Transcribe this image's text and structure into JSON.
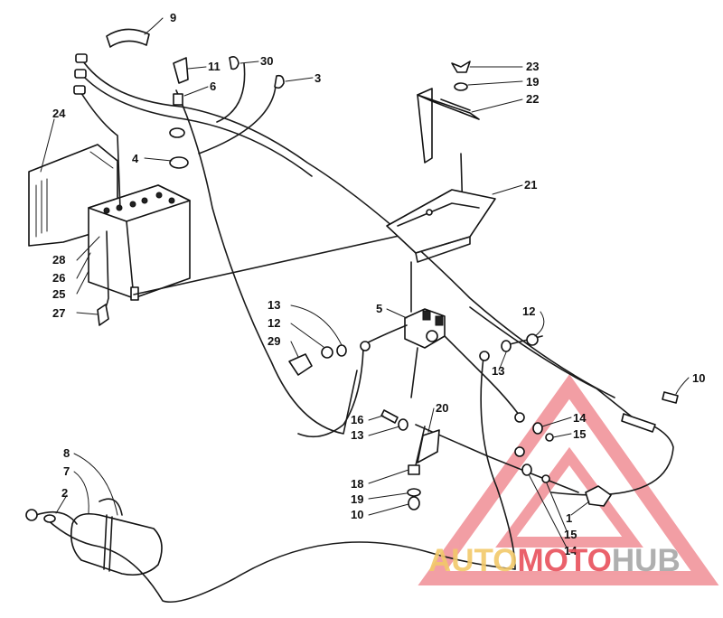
{
  "labels": [
    {
      "id": "9",
      "text": "9"
    },
    {
      "id": "11",
      "text": "11"
    },
    {
      "id": "30",
      "text": "30"
    },
    {
      "id": "6",
      "text": "6"
    },
    {
      "id": "3",
      "text": "3"
    },
    {
      "id": "24",
      "text": "24"
    },
    {
      "id": "4",
      "text": "4"
    },
    {
      "id": "28",
      "text": "28"
    },
    {
      "id": "26",
      "text": "26"
    },
    {
      "id": "25",
      "text": "25"
    },
    {
      "id": "27",
      "text": "27"
    },
    {
      "id": "23",
      "text": "23"
    },
    {
      "id": "19a",
      "text": "19"
    },
    {
      "id": "22",
      "text": "22"
    },
    {
      "id": "21",
      "text": "21"
    },
    {
      "id": "5",
      "text": "5"
    },
    {
      "id": "13a",
      "text": "13"
    },
    {
      "id": "12a",
      "text": "12"
    },
    {
      "id": "29",
      "text": "29"
    },
    {
      "id": "12b",
      "text": "12"
    },
    {
      "id": "13b",
      "text": "13"
    },
    {
      "id": "10a",
      "text": "10"
    },
    {
      "id": "16",
      "text": "16"
    },
    {
      "id": "13c",
      "text": "13"
    },
    {
      "id": "20",
      "text": "20"
    },
    {
      "id": "14a",
      "text": "14"
    },
    {
      "id": "15a",
      "text": "15"
    },
    {
      "id": "18",
      "text": "18"
    },
    {
      "id": "19b",
      "text": "19"
    },
    {
      "id": "10b",
      "text": "10"
    },
    {
      "id": "8",
      "text": "8"
    },
    {
      "id": "7",
      "text": "7"
    },
    {
      "id": "2",
      "text": "2"
    },
    {
      "id": "1",
      "text": "1"
    },
    {
      "id": "15b",
      "text": "15"
    },
    {
      "id": "14b",
      "text": "14"
    }
  ],
  "watermark": {
    "part1": "AUTO",
    "part2": "MOTO",
    "part3": "HUB",
    "color_auto": "#f2c96a",
    "color_moto": "#e8505b",
    "color_hub": "#a7a7a7"
  }
}
